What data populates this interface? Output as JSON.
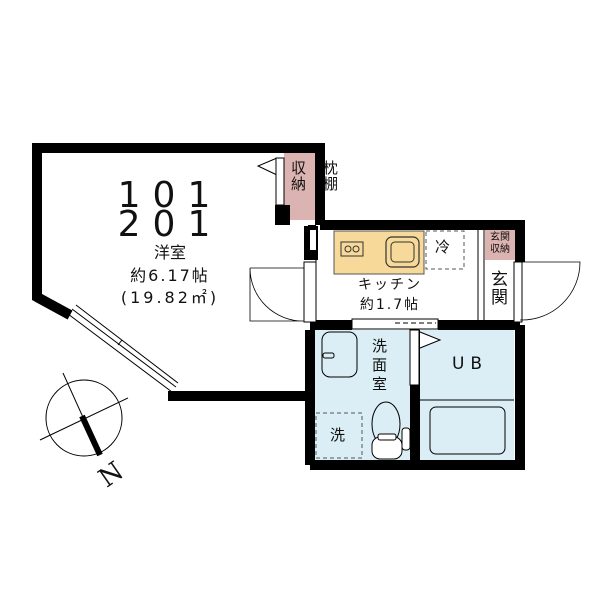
{
  "plan": {
    "unit_numbers": [
      "101",
      "201"
    ],
    "rooms": {
      "western_room": {
        "label": "洋室",
        "area_jo": "約6.17帖",
        "area_m2": "(19.82㎡)"
      },
      "storage": {
        "label": "収納"
      },
      "shelf": {
        "label": "枕棚"
      },
      "kitchen": {
        "label": "キッチン",
        "area_jo": "約1.7帖"
      },
      "fridge": {
        "label": "冷"
      },
      "entrance_storage": {
        "label": "玄関収納"
      },
      "entrance": {
        "label": "玄関"
      },
      "washroom": {
        "label": "洗面室"
      },
      "washer": {
        "label": "洗"
      },
      "bath": {
        "label": "UB"
      }
    },
    "compass": {
      "label": "N"
    }
  },
  "colors": {
    "wall": "#000000",
    "storage": "#dbb3b1",
    "kitchen_counter": "#f7d99a",
    "wet_area": "#dbeef5"
  }
}
